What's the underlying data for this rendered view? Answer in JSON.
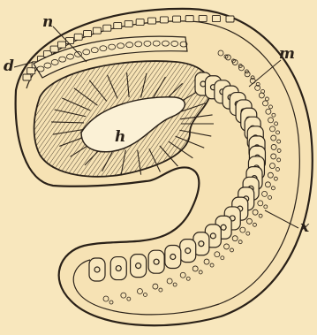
{
  "figure": {
    "background_color": "#f8e7bd",
    "ink_color": "#2a2118",
    "labels": {
      "n": "n",
      "d": "d",
      "m": "m",
      "h": "h",
      "x": "x"
    }
  }
}
